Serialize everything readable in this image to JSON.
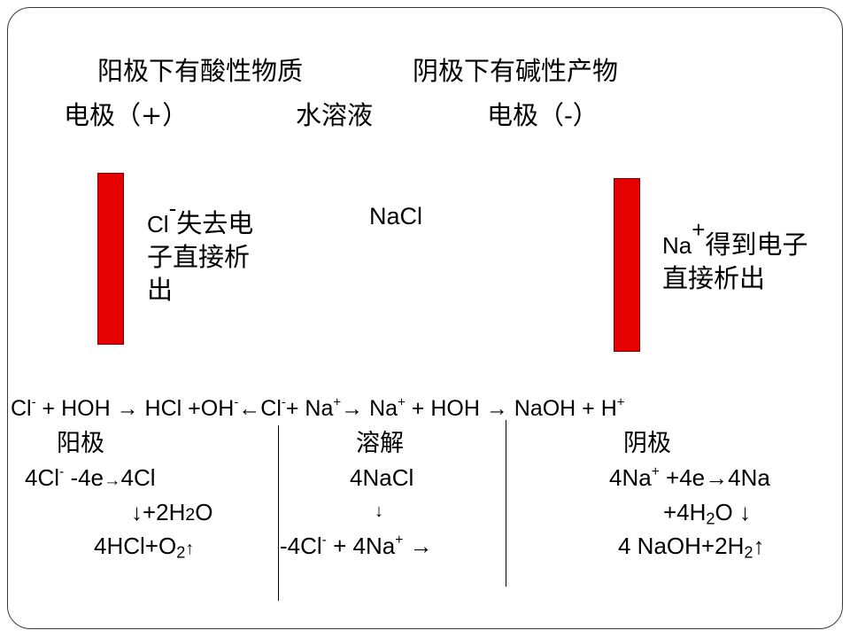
{
  "header": {
    "anode_product": "阳极下有酸性物质",
    "cathode_product": "阴极下有碱性产物",
    "anode_label": "电极（+）",
    "solution_label": "水溶液",
    "cathode_label": "电极（-）"
  },
  "diagram": {
    "electrode_color": "#e60000",
    "anode_note_ion": "Cl",
    "anode_note_charge": "-",
    "anode_note_text": "失去电子直接析出",
    "solution_name": "NaCl",
    "cathode_note_ion": "Na",
    "cathode_note_charge": "+",
    "cathode_note_text": "得到电子直接析出"
  },
  "equation_main": {
    "p1": "Cl",
    "p1_sup": "-",
    "p2": " + HOH → HCl +OH",
    "p2_sup": "-",
    "p3": "←Cl",
    "p3_sup": "-",
    "p4": "+ Na",
    "p4_sup": "+",
    "p5": "→  Na",
    "p5_sup": "+",
    "p6": " + HOH → NaOH + H",
    "p6_sup": "+"
  },
  "columns": {
    "anode": {
      "label": "阳极",
      "r1a": "4Cl",
      "r1_sup": "-",
      "r1b": " -4e",
      "r1_arrow": "→",
      "r1c": "4Cl",
      "r2a": "↓+2H",
      "r2_sub": "2",
      "r2b": "O",
      "r3a": "4HCl+O",
      "r3_sub": "2",
      "r3b": "↑"
    },
    "middle": {
      "label": "溶解",
      "r1": "4NaCl",
      "r2": "↓",
      "r3a": "-4Cl",
      "r3_sup1": "-",
      "r3b": " +  4Na",
      "r3_sup2": "+",
      "r3c": " →"
    },
    "cathode": {
      "label": "阴极",
      "r1a": "4Na",
      "r1_sup": "+",
      "r1b": " +4e→4Na",
      "r2a": "+4H",
      "r2_sub": "2",
      "r2b": "O ↓",
      "r3a": "4 NaOH+2H",
      "r3_sub": "2",
      "r3b": "↑"
    }
  }
}
